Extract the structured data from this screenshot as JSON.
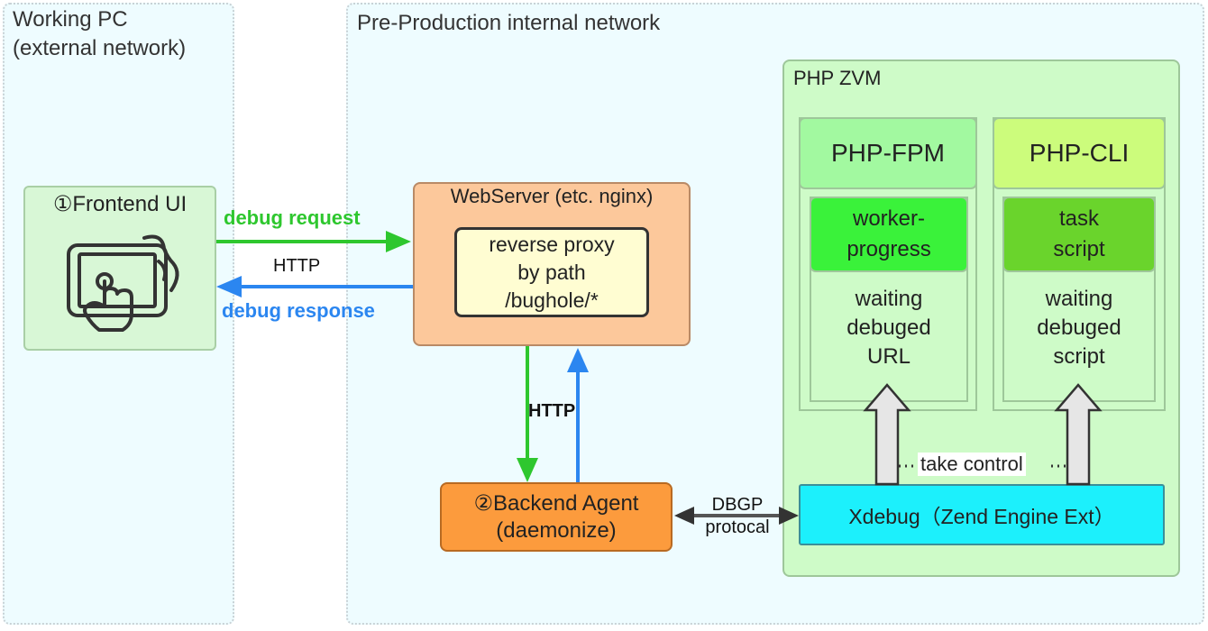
{
  "zones": {
    "working_pc": {
      "title": "Working PC\n(external network)",
      "bg": "#eefcff"
    },
    "preprod": {
      "title": "Pre-Production internal network",
      "bg": "#eefcff"
    }
  },
  "frontend": {
    "label": "①Frontend UI",
    "icon": "touch-tablet-icon",
    "bg": "#d8f7d6"
  },
  "webserver": {
    "title": "WebServer (etc. nginx)",
    "proxy": "reverse proxy\nby path\n/bughole/*",
    "bg": "#fcc89b",
    "proxy_bg": "#fffdd2"
  },
  "backend": {
    "label": "②Backend Agent\n(daemonize)",
    "bg": "#fc9b3d"
  },
  "zvm": {
    "title": "PHP ZVM",
    "bg": "#cefbc8",
    "fpm": {
      "header": "PHP-FPM",
      "worker": "worker-\nprogress",
      "waiting": "waiting\ndebuged\nURL"
    },
    "cli": {
      "header": "PHP-CLI",
      "task": "task\nscript",
      "waiting": "waiting\ndebuged\nscript"
    },
    "xdebug": "Xdebug（Zend Engine Ext）",
    "take_control": "take control"
  },
  "edges": {
    "debug_request": "debug request",
    "http_front": "HTTP",
    "debug_response": "debug response",
    "http_vertical": "HTTP",
    "dbgp": "DBGP\nprotocal"
  },
  "colors": {
    "green_arrow": "#2ec72e",
    "blue_arrow": "#2b86f0",
    "fpm_header": "#a2f9a0",
    "cli_header": "#ccfc7c",
    "worker": "#3af23a",
    "task": "#6ad42c",
    "xdebug": "#1cf0fc"
  }
}
